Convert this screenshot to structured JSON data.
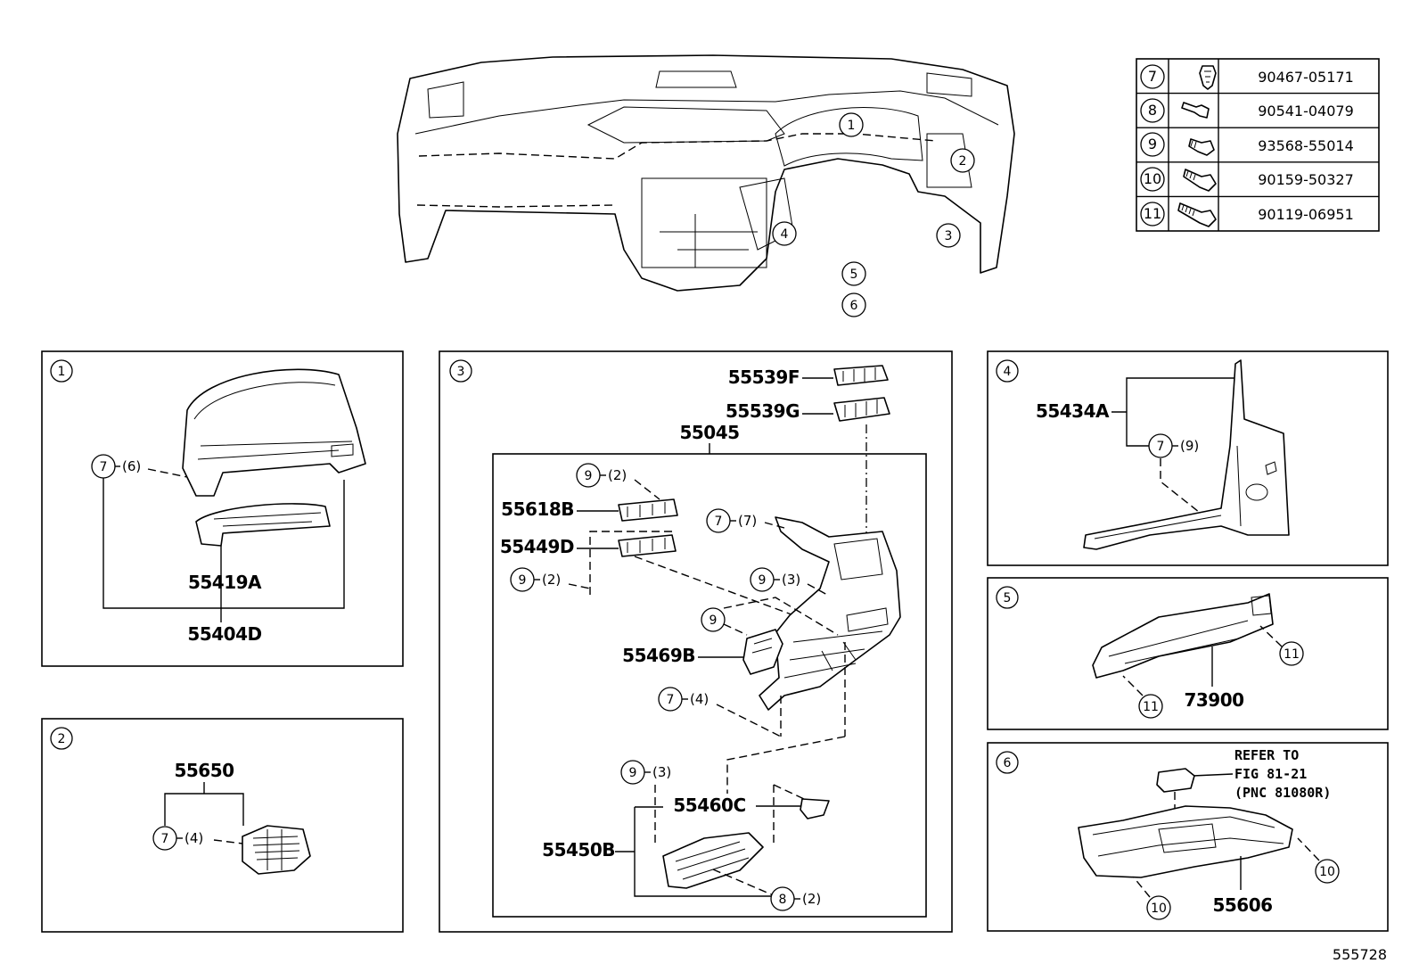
{
  "fasteners": [
    {
      "num": "7",
      "part": "90467-05171",
      "icon": "clip-icon"
    },
    {
      "num": "8",
      "part": "90541-04079",
      "icon": "pin-icon"
    },
    {
      "num": "9",
      "part": "93568-55014",
      "icon": "screw-icon"
    },
    {
      "num": "10",
      "part": "90159-50327",
      "icon": "bolt-icon"
    },
    {
      "num": "11",
      "part": "90119-06951",
      "icon": "bolt-icon"
    }
  ],
  "overview": {
    "callouts": [
      "1",
      "2",
      "3",
      "4",
      "5",
      "6"
    ]
  },
  "panel1": {
    "num": "1",
    "labels": {
      "a": "55419A",
      "b": "55404D"
    },
    "clip": {
      "num": "7",
      "qty": "(6)"
    }
  },
  "panel2": {
    "num": "2",
    "labels": {
      "a": "55650"
    },
    "clip": {
      "num": "7",
      "qty": "(4)"
    }
  },
  "panel3": {
    "num": "3",
    "labels": {
      "sw1": "55539F",
      "sw2": "55539G",
      "assy": "55045",
      "sw3": "55618B",
      "sw4": "55449D",
      "brk": "55469B",
      "cov": "55460C",
      "box": "55450B"
    },
    "callouts": [
      {
        "num": "9",
        "qty": "(2)"
      },
      {
        "num": "9",
        "qty": "(2)"
      },
      {
        "num": "7",
        "qty": "(7)"
      },
      {
        "num": "9",
        "qty": "(3)"
      },
      {
        "num": "9",
        "qty": ""
      },
      {
        "num": "7",
        "qty": "(4)"
      },
      {
        "num": "9",
        "qty": "(3)"
      },
      {
        "num": "8",
        "qty": "(2)"
      }
    ]
  },
  "panel4": {
    "num": "4",
    "labels": {
      "a": "55434A"
    },
    "clip": {
      "num": "7",
      "qty": "(9)"
    }
  },
  "panel5": {
    "num": "5",
    "labels": {
      "a": "73900"
    },
    "callouts": [
      "11",
      "11"
    ]
  },
  "panel6": {
    "num": "6",
    "labels": {
      "a": "55606"
    },
    "refer": [
      "REFER TO",
      "FIG 81-21",
      "(PNC 81080R)"
    ],
    "callouts": [
      "10",
      "10"
    ]
  },
  "figure_id": "555728"
}
